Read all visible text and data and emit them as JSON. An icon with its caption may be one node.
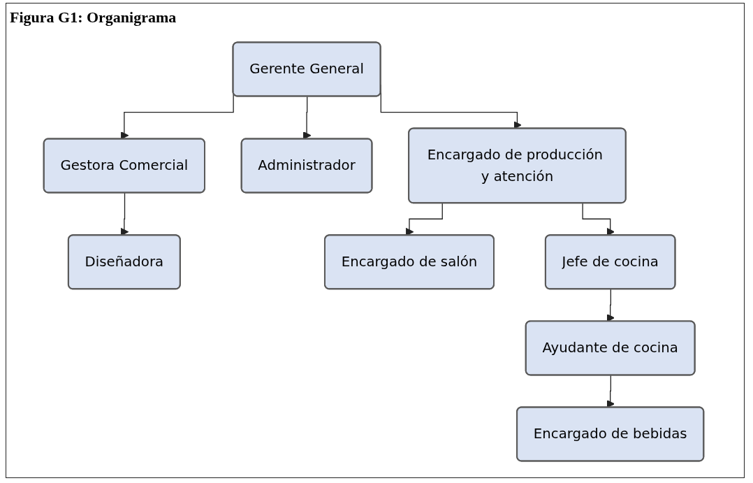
{
  "diagram": {
    "title": "Figura G1: Organigrama",
    "nodes": [
      {
        "text": [
          "Gerente General"
        ]
      },
      {
        "text": [
          "Gestora Comercial"
        ]
      },
      {
        "text": [
          "Administrador"
        ]
      },
      {
        "text": [
          "Encargado de producción y atención"
        ]
      },
      {
        "text": [
          "Diseñadora"
        ]
      },
      {
        "text": [
          "Encargado de salón"
        ]
      },
      {
        "text": [
          "Jefe de cocina"
        ]
      },
      {
        "text": [
          "Ayudante de cocina"
        ]
      },
      {
        "text": [
          "Encargado de bebidas"
        ]
      }
    ],
    "edges": [
      {
        "from": 0,
        "to": 1,
        "arrow": "to"
      },
      {
        "from": 0,
        "to": 2,
        "arrow": "to"
      },
      {
        "from": 0,
        "to": 3,
        "arrow": "to"
      },
      {
        "from": 1,
        "to": 4,
        "arrow": "to"
      },
      {
        "from": 3,
        "to": 5,
        "arrow": "to"
      },
      {
        "from": 3,
        "to": 6,
        "arrow": "to"
      },
      {
        "from": 6,
        "to": 7,
        "arrow": "to"
      },
      {
        "from": 7,
        "to": 8,
        "arrow": "to"
      }
    ]
  }
}
